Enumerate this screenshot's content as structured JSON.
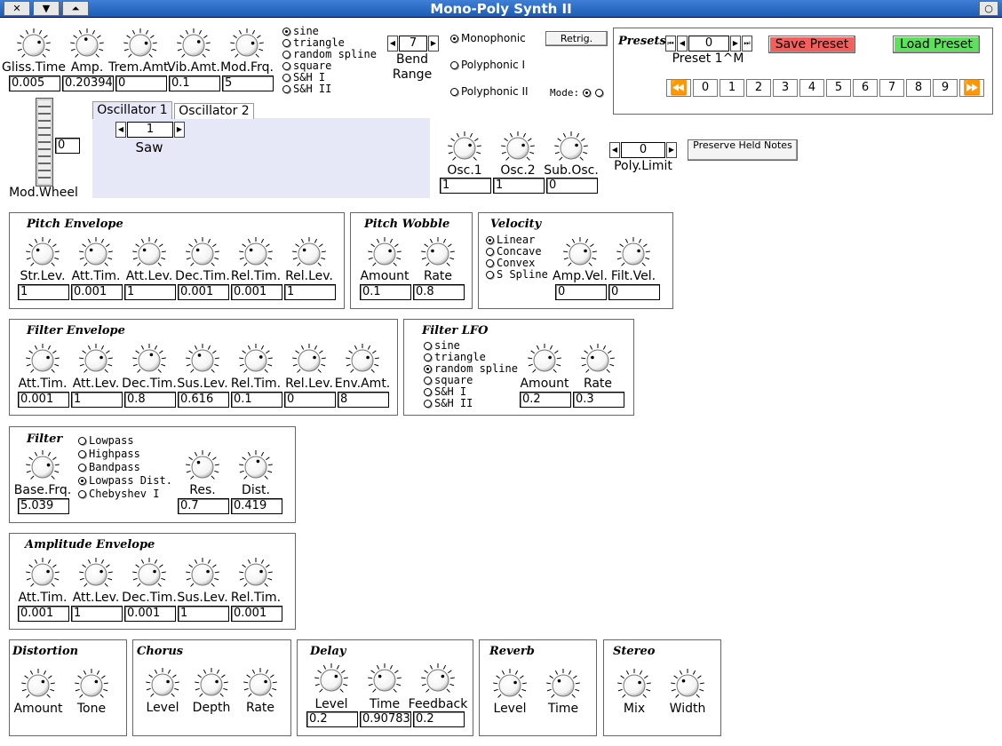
{
  "window": {
    "title": "Mono-Poly Synth II",
    "close": "✕",
    "menu": "▼",
    "up": "⏶",
    "round": "○"
  },
  "top_knobs": [
    {
      "label": "Gliss.Time",
      "value": "0.005"
    },
    {
      "label": "Amp.",
      "value": "0.20394"
    },
    {
      "label": "Trem.Amt.",
      "value": "0"
    },
    {
      "label": "Vib.Amt.",
      "value": "0.1"
    },
    {
      "label": "Mod.Frq.",
      "value": "5"
    }
  ],
  "mod_waves": [
    "sine",
    "triangle",
    "random spline",
    "square",
    "S&H I",
    "S&H II"
  ],
  "bend": {
    "value": "7",
    "label": "Bend Range"
  },
  "voice": {
    "mono": "Monophonic",
    "poly1": "Polyphonic I",
    "poly2": "Polyphonic II",
    "mode": "Mode:",
    "retrig": "Retrig."
  },
  "presets": {
    "title": "Presets",
    "number": "0",
    "name": "Preset 1^M",
    "save": "Save Preset",
    "load": "Load Preset",
    "banks": [
      "0",
      "1",
      "2",
      "3",
      "4",
      "5",
      "6",
      "7",
      "8",
      "9"
    ]
  },
  "modwheel": {
    "label": "Mod.Wheel",
    "value": "0"
  },
  "osc": {
    "tab1": "Oscillator 1",
    "tab2": "Oscillator 2",
    "wave_number": "1",
    "wave_name": "Saw"
  },
  "mix": [
    {
      "label": "Osc.1",
      "value": "1"
    },
    {
      "label": "Osc.2",
      "value": "1"
    },
    {
      "label": "Sub.Osc.",
      "value": "0"
    }
  ],
  "poly": {
    "value": "0",
    "label": "Poly.Limit",
    "preserve": "Preserve Held Notes"
  },
  "pitch_env": {
    "title": "Pitch Envelope",
    "knobs": [
      {
        "label": "Str.Lev.",
        "value": "1"
      },
      {
        "label": "Att.Tim.",
        "value": "0.001"
      },
      {
        "label": "Att.Lev.",
        "value": "1"
      },
      {
        "label": "Dec.Tim.",
        "value": "0.001"
      },
      {
        "label": "Rel.Tim.",
        "value": "0.001"
      },
      {
        "label": "Rel.Lev.",
        "value": "1"
      }
    ]
  },
  "pitch_wobble": {
    "title": "Pitch Wobble",
    "knobs": [
      {
        "label": "Amount",
        "value": "0.1"
      },
      {
        "label": "Rate",
        "value": "0.8"
      }
    ]
  },
  "velocity": {
    "title": "Velocity",
    "curves": [
      "Linear",
      "Concave",
      "Convex",
      "S Spline"
    ],
    "knobs": [
      {
        "label": "Amp.Vel.",
        "value": "0"
      },
      {
        "label": "Filt.Vel.",
        "value": "0"
      }
    ]
  },
  "filter_env": {
    "title": "Filter Envelope",
    "knobs": [
      {
        "label": "Att.Tim.",
        "value": "0.001"
      },
      {
        "label": "Att.Lev.",
        "value": "1"
      },
      {
        "label": "Dec.Tim.",
        "value": "0.8"
      },
      {
        "label": "Sus.Lev.",
        "value": "0.616"
      },
      {
        "label": "Rel.Tim.",
        "value": "0.1"
      },
      {
        "label": "Rel.Lev.",
        "value": "0"
      },
      {
        "label": "Env.Amt.",
        "value": "8"
      }
    ]
  },
  "filter_lfo": {
    "title": "Filter LFO",
    "waves": [
      "sine",
      "triangle",
      "random spline",
      "square",
      "S&H I",
      "S&H II"
    ],
    "knobs": [
      {
        "label": "Amount",
        "value": "0.2"
      },
      {
        "label": "Rate",
        "value": "0.3"
      }
    ]
  },
  "filter": {
    "title": "Filter",
    "types": [
      "Lowpass",
      "Highpass",
      "Bandpass",
      "Lowpass Dist.",
      "Chebyshev I"
    ],
    "knobs": [
      {
        "label": "Base.Frq.",
        "value": "5.039"
      },
      {
        "label": "Res.",
        "value": "0.7"
      },
      {
        "label": "Dist.",
        "value": "0.419"
      }
    ]
  },
  "amp_env": {
    "title": "Amplitude Envelope",
    "knobs": [
      {
        "label": "Att.Tim.",
        "value": "0.001"
      },
      {
        "label": "Att.Lev.",
        "value": "1"
      },
      {
        "label": "Dec.Tim.",
        "value": "0.001"
      },
      {
        "label": "Sus.Lev.",
        "value": "1"
      },
      {
        "label": "Rel.Tim.",
        "value": "0.001"
      }
    ]
  },
  "distortion": {
    "title": "Distortion",
    "knobs": [
      "Amount",
      "Tone"
    ]
  },
  "chorus": {
    "title": "Chorus",
    "knobs": [
      "Level",
      "Depth",
      "Rate"
    ]
  },
  "delay": {
    "title": "Delay",
    "knobs": [
      {
        "label": "Level",
        "value": "0.2"
      },
      {
        "label": "Time",
        "value": "0.90783"
      },
      {
        "label": "Feedback",
        "value": "0.2"
      }
    ]
  },
  "reverb": {
    "title": "Reverb",
    "knobs": [
      "Level",
      "Time"
    ]
  },
  "stereo": {
    "title": "Stereo",
    "knobs": [
      "Mix",
      "Width"
    ]
  },
  "colors": {
    "title_bg": "#2a66c2",
    "save": "#f25f5c",
    "load": "#5ee05c",
    "osc_panel": "#e6e8f7"
  }
}
